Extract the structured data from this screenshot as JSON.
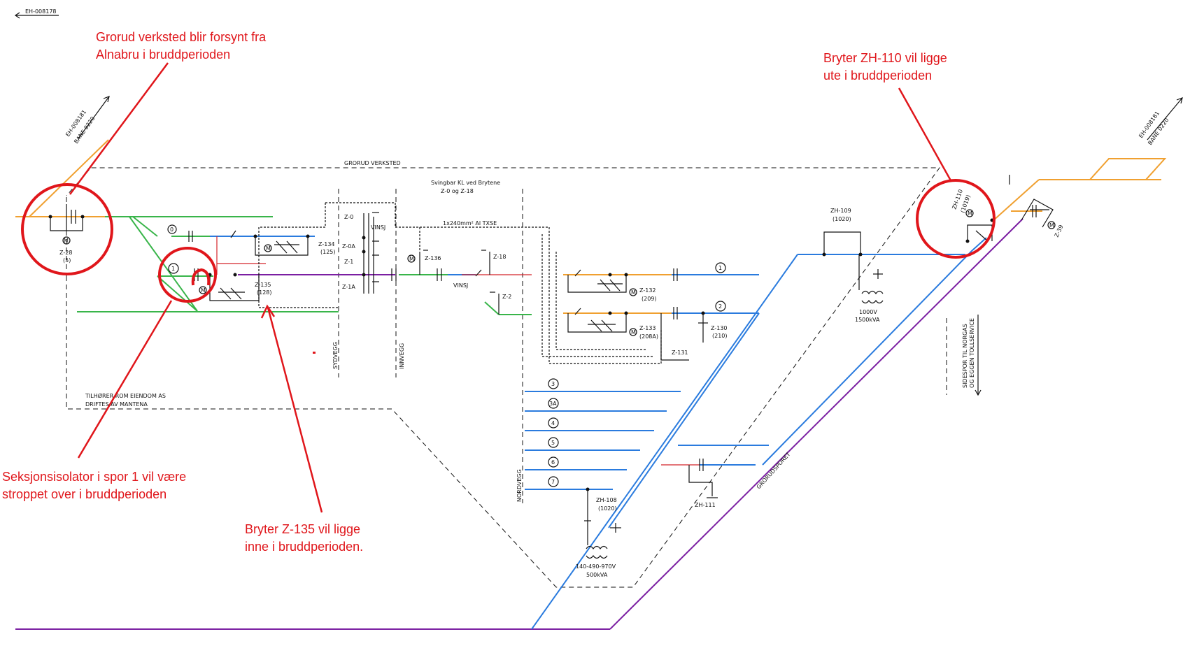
{
  "colors": {
    "track_green": "#39b54a",
    "track_blue": "#2a7bde",
    "track_orange": "#f0a030",
    "track_purple": "#7b1fa2",
    "annotation_red": "#e0161b"
  },
  "drawing_ref": {
    "top_left": "EH-008178",
    "ref_left": "EH-008181",
    "bane_left": "BANE 0220",
    "ref_right": "EH-008181",
    "bane_right": "BANE 0220"
  },
  "areas": {
    "grorud_verksted": "GRORUD VERKSTED",
    "svingbar_l1": "Svingbar KL ved Brytene",
    "svingbar_l2": "Z-0 og Z-18",
    "cable": "1x240mm² Al TXSE",
    "sydvegg": "SYDVEGG",
    "innvegg": "INNVEGG",
    "nordvegg": "NORDVEGG",
    "rom_l1": "TILHØRER ROM EIENDOM AS",
    "rom_l2": "DRIFTES AV MANTENA",
    "sidespor_l1": "SIDESPOR TIL NORGAS",
    "sidespor_l2": "OG EGGEN TOLLSERVICE",
    "grorudsporet": "GRORUDSPORET",
    "vinsj": "VINSJ",
    "motor": "M"
  },
  "switches": {
    "z28": "Z-28",
    "z28_n": "(5)",
    "z134": "Z-134",
    "z134_n": "(125)",
    "z135": "Z-135",
    "z135_n": "(128)",
    "z0": "Z-0",
    "z0a": "Z-0A",
    "z1": "Z-1",
    "z1a": "Z-1A",
    "z136": "Z-136",
    "z18": "Z-18",
    "z2": "Z-2",
    "z132": "Z-132",
    "z132_n": "(209)",
    "z133": "Z-133",
    "z133_n": "(208A)",
    "z130": "Z-130",
    "z130_n": "(210)",
    "z131": "Z-131",
    "zh109": "ZH-109",
    "zh109_n": "(1020)",
    "zh110": "ZH-110",
    "zh110_n": "(1019)",
    "z39": "Z-39",
    "zh108": "ZH-108",
    "zh108_n": "(1020)",
    "zh111": "ZH-111"
  },
  "transformers": {
    "t1_l1": "1000V",
    "t1_l2": "1500kVA",
    "t2_l1": "140-490-970V",
    "t2_l2": "500kVA"
  },
  "tracks": [
    "0",
    "1",
    "1",
    "2",
    "3",
    "3A",
    "4",
    "5",
    "6",
    "7"
  ],
  "annotations": {
    "a1_l1": "Grorud verksted blir forsynt fra",
    "a1_l2": "Alnabru i bruddperioden",
    "a2_l1": "Bryter ZH-110 vil ligge",
    "a2_l2": "ute i bruddperioden",
    "a3_l1": "Seksjonsisolator i spor 1 vil være",
    "a3_l2": "stroppet over i bruddperioden",
    "a4_l1": "Bryter Z-135 vil ligge",
    "a4_l2": "inne i bruddperioden."
  }
}
